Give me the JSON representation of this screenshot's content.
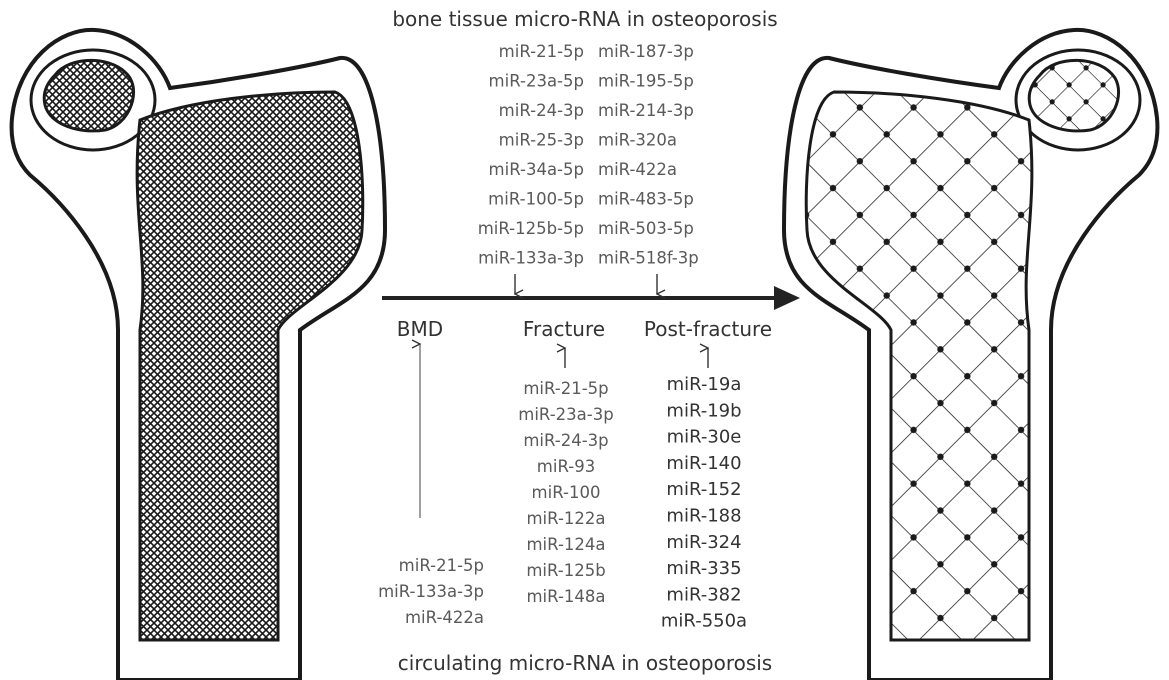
{
  "top_title": "bone tissue micro-RNA in osteoporosis",
  "bottom_title": "circulating micro-RNA in osteoporosis",
  "tissue_mirna": {
    "left_column": [
      "miR-21-5p",
      "miR-23a-5p",
      "miR-24-3p",
      "miR-25-3p",
      "miR-34a-5p",
      "miR-100-5p",
      "miR-125b-5p",
      "miR-133a-3p"
    ],
    "right_column": [
      "miR-187-3p",
      "miR-195-5p",
      "miR-214-3p",
      "miR-320a",
      "miR-422a",
      "miR-483-5p",
      "miR-503-5p",
      "miR-518f-3p"
    ]
  },
  "stages": {
    "bmd": "BMD",
    "fracture": "Fracture",
    "post_fracture": "Post-fracture"
  },
  "circulating": {
    "bmd": [
      "miR-21-5p",
      "miR-133a-3p",
      "miR-422a"
    ],
    "fracture": [
      "miR-21-5p",
      "miR-23a-3p",
      "miR-24-3p",
      "miR-93",
      "miR-100",
      "miR-122a",
      "miR-124a",
      "miR-125b",
      "miR-148a"
    ],
    "post_fracture": [
      "miR-19a",
      "miR-19b",
      "miR-30e",
      "miR-140",
      "miR-152",
      "miR-188",
      "miR-324",
      "miR-335",
      "miR-382",
      "miR-550a"
    ]
  }
}
